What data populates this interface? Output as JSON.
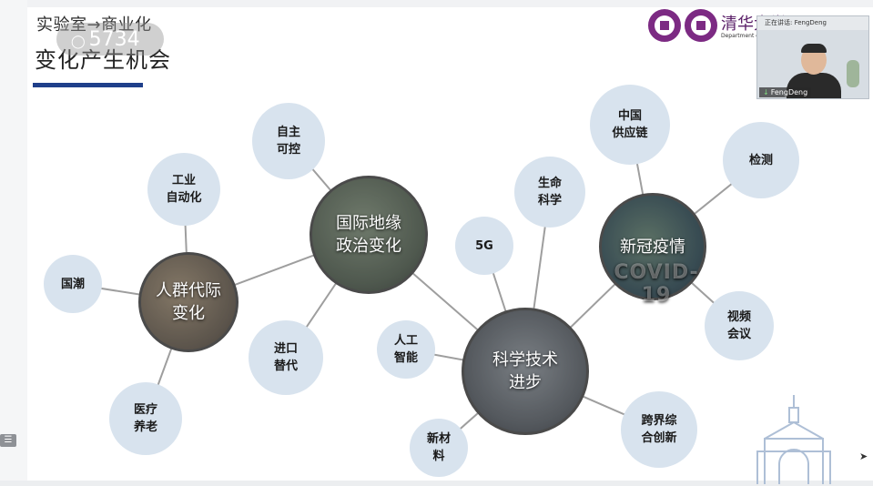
{
  "slide": {
    "title_small": "实验室→商业化",
    "title_main": "变化产生机会"
  },
  "meeting": {
    "participants_badge": "5734",
    "speaking_label": "正在讲话: FengDeng",
    "participant_name": "FengDeng"
  },
  "university": {
    "logo_text": "清华大学",
    "logo_subtext": "Department of E"
  },
  "hubs": [
    {
      "id": "people",
      "label": "人群代际\n变化"
    },
    {
      "id": "geo",
      "label": "国际地缘\n政治变化"
    },
    {
      "id": "tech",
      "label": "科学技术\n进步"
    },
    {
      "id": "covid",
      "label": "新冠疫情",
      "watermark": "COVID-19"
    }
  ],
  "satellites": [
    {
      "id": "guochao",
      "label": "国潮"
    },
    {
      "id": "industrial",
      "label": "工业\n自动化"
    },
    {
      "id": "healthcare",
      "label": "医疗\n养老"
    },
    {
      "id": "autonomy",
      "label": "自主\n可控"
    },
    {
      "id": "import_sub",
      "label": "进口\n替代"
    },
    {
      "id": "fiveg",
      "label": "5G"
    },
    {
      "id": "lifesci",
      "label": "生命\n科学"
    },
    {
      "id": "ai",
      "label": "人工\n智能"
    },
    {
      "id": "materials",
      "label": "新材\n料"
    },
    {
      "id": "crossborder",
      "label": "跨界综\n合创新"
    },
    {
      "id": "supplychain",
      "label": "中国\n供应链"
    },
    {
      "id": "testing",
      "label": "检测"
    },
    {
      "id": "videoconf",
      "label": "视频\n会议"
    }
  ],
  "colors": {
    "accent": "#1f3f8a",
    "satellite_fill": "#d8e3ee",
    "connector": "#9e9e9e",
    "logo_purple": "#7c2a83"
  }
}
